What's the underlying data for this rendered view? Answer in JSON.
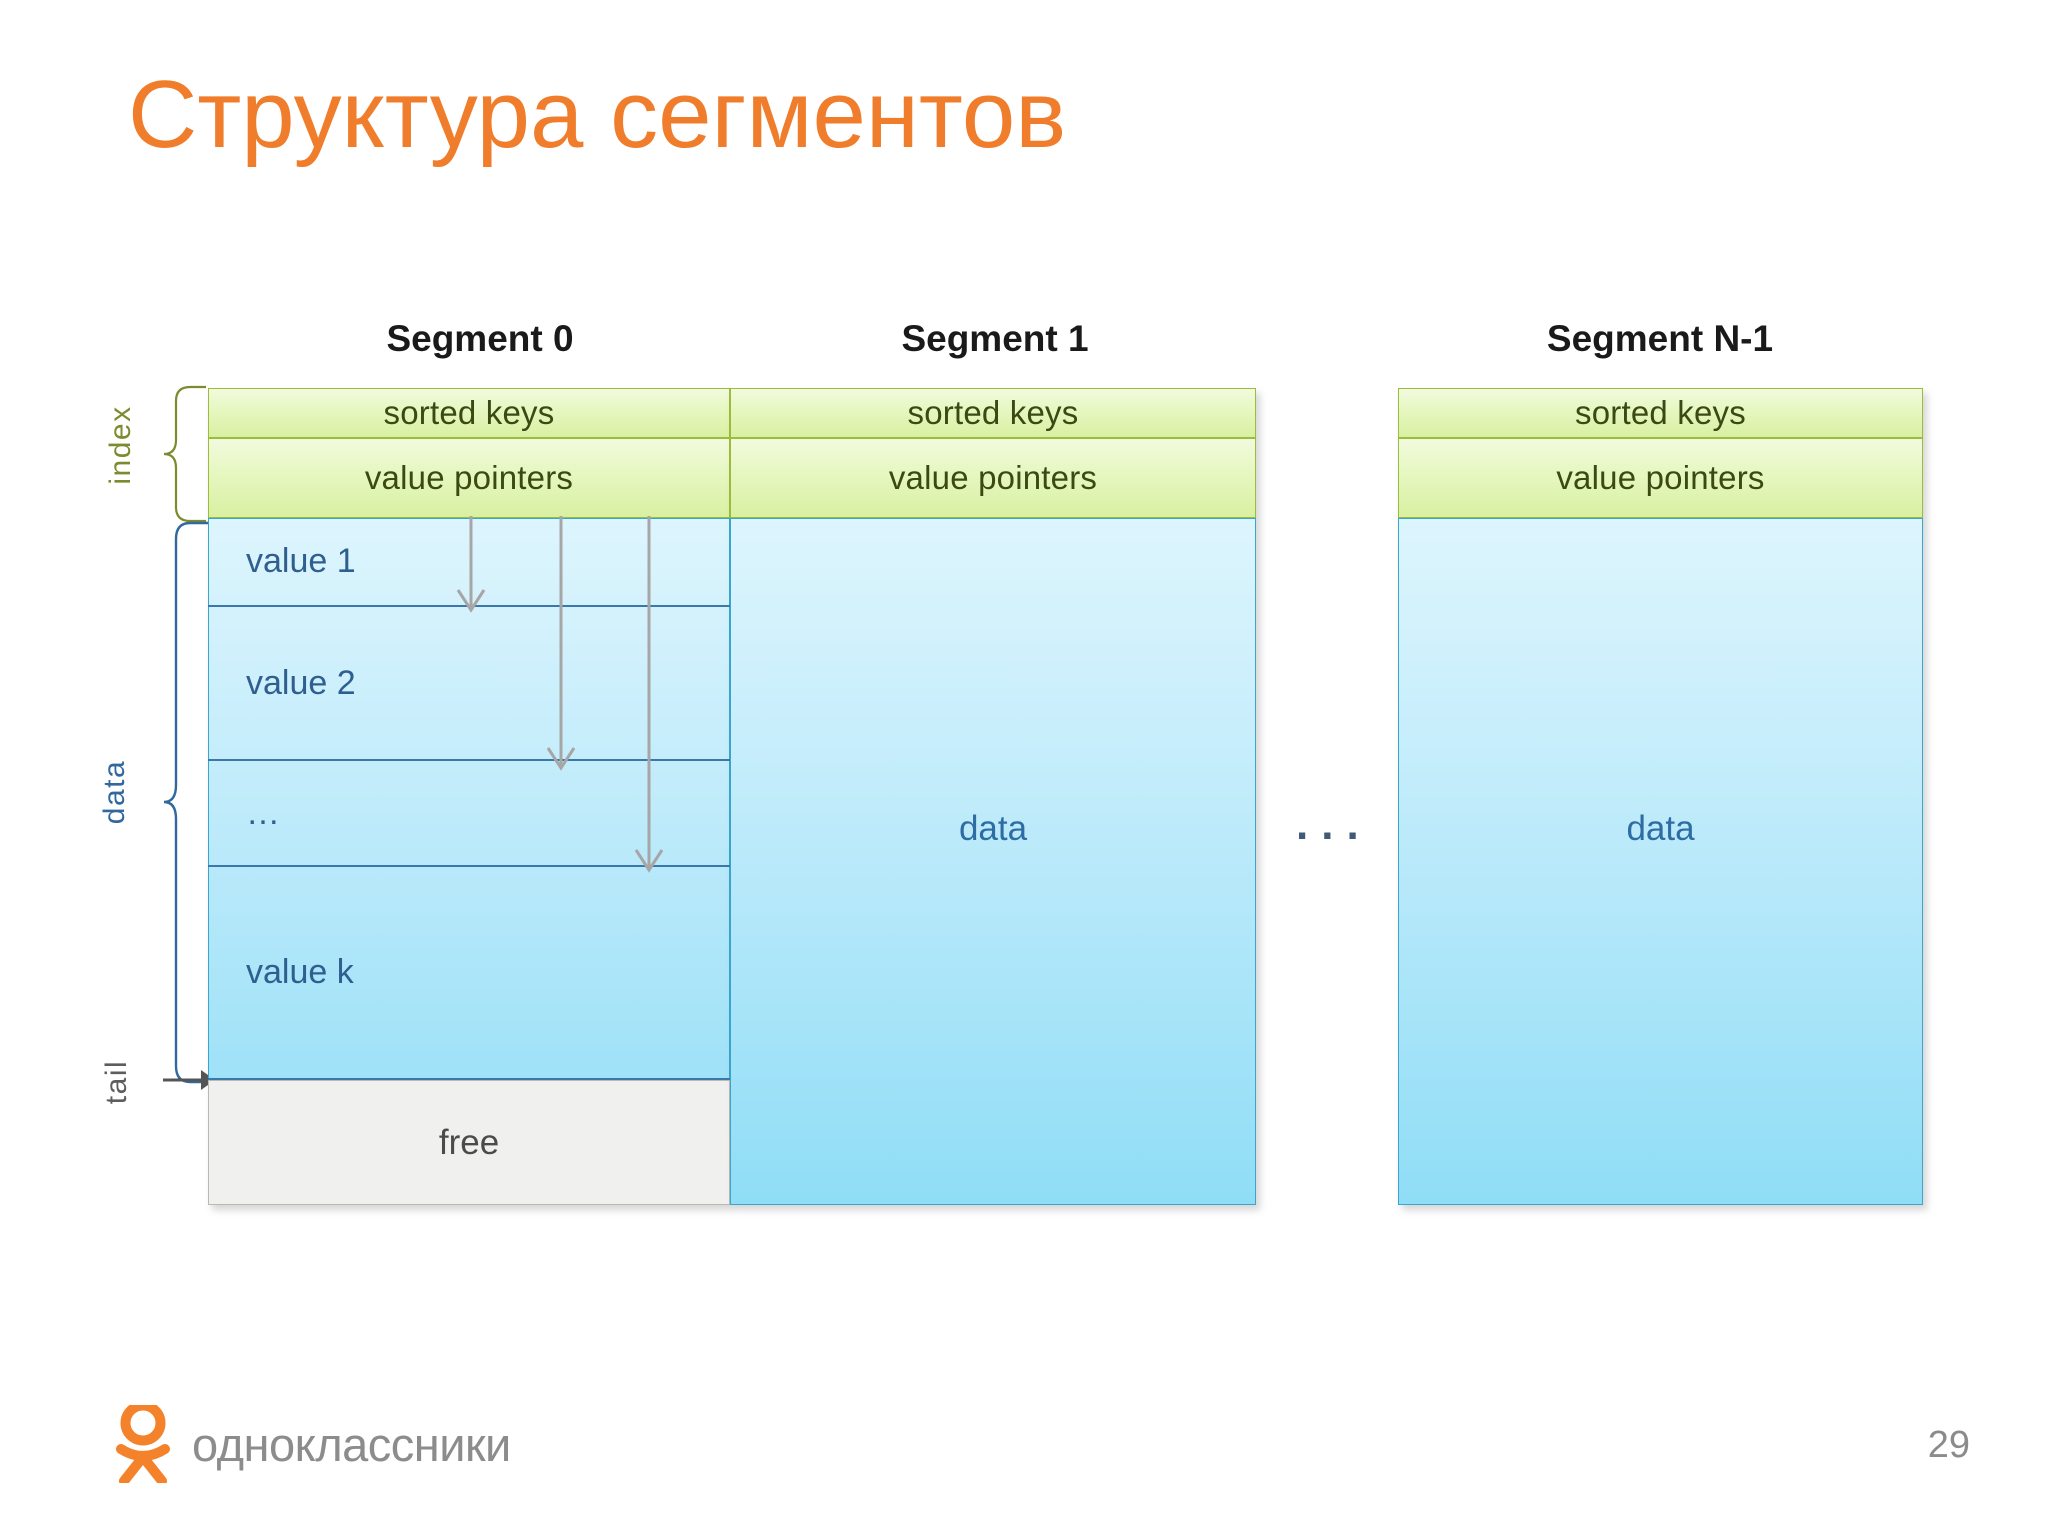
{
  "slide": {
    "title": "Структура сегментов",
    "page_number": "29",
    "title_color": "#F07D2B"
  },
  "colors": {
    "title_orange": "#F07D2B",
    "index_green_fill": "#d9f0a2",
    "index_green_border": "#9cbd3c",
    "data_blue_fill": "#a5e3f8",
    "data_blue_border": "#3aa6cd",
    "free_gray_fill": "#f0f0ee",
    "value_text_blue": "#2e5f8f",
    "arrow_gray": "#a6a6a6"
  },
  "diagram": {
    "side_labels": {
      "index": "index",
      "data": "data",
      "tail": "tail"
    },
    "ellipsis": "...",
    "index_rows": [
      "sorted keys",
      "value pointers"
    ],
    "segments": [
      {
        "caption": "Segment 0",
        "index_rows": [
          "sorted keys",
          "value pointers"
        ],
        "value_rows": [
          "value 1",
          "value 2",
          "…",
          "value k"
        ],
        "free_label": "free"
      },
      {
        "caption": "Segment 1",
        "index_rows": [
          "sorted keys",
          "value pointers"
        ],
        "data_label": "data"
      },
      {
        "caption": "Segment N-1",
        "index_rows": [
          "sorted keys",
          "value pointers"
        ],
        "data_label": "data"
      }
    ]
  },
  "footer": {
    "brand": "одноклассники",
    "logo_icon": "ok-logo-icon"
  }
}
